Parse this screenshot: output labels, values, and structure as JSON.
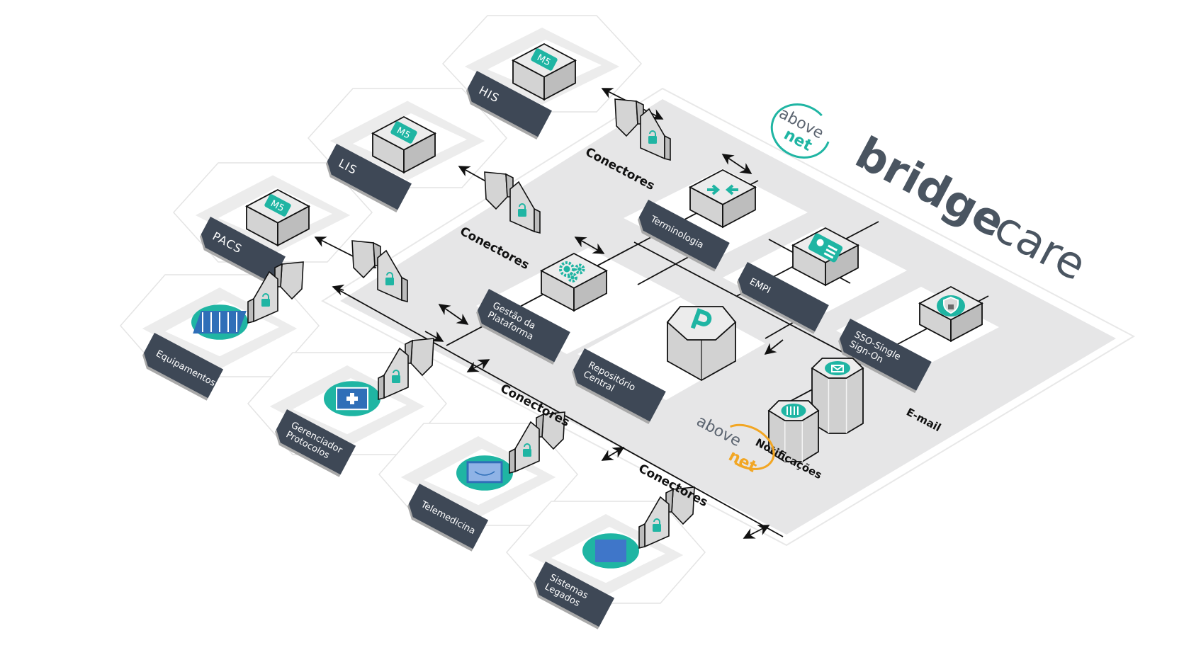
{
  "colors": {
    "teal": "#1fb5a3",
    "label_dark": "#3e4856",
    "platform": "#e6e6e7",
    "box_top": "#ececec",
    "box_left": "#d3d3d3",
    "box_right": "#bdbdbd",
    "brand_gray": "#4a5561",
    "abovenet_orange": "#f2a623",
    "icon_blue": "#2f6fb8"
  },
  "brand": {
    "name_bold": "bridge",
    "name_light": "care",
    "logo_top": {
      "above": "above",
      "net": "net",
      "accent": "teal"
    },
    "logo_bottom": {
      "above": "above",
      "net": "net",
      "accent": "orange"
    }
  },
  "external_systems": [
    {
      "id": "his",
      "label": "HIS",
      "icon": "m5-badge-icon",
      "badge": "M5"
    },
    {
      "id": "lis",
      "label": "LIS",
      "icon": "m5-badge-icon",
      "badge": "M5"
    },
    {
      "id": "pacs",
      "label": "PACS",
      "icon": "m5-badge-icon",
      "badge": "M5"
    },
    {
      "id": "equipamentos",
      "label": "Equipamentos",
      "icon": "circuit-board-icon"
    },
    {
      "id": "gerenciador",
      "label": [
        "Gerenciador",
        "Protocolos"
      ],
      "icon": "medical-chip-icon"
    },
    {
      "id": "telemedicina",
      "label": "Telemedicina",
      "icon": "monitor-icon"
    },
    {
      "id": "sistemas-legados",
      "label": [
        "Sistemas",
        "Legados"
      ],
      "icon": "legacy-square-icon"
    }
  ],
  "core_modules": [
    {
      "id": "terminologia",
      "label": "Terminologia",
      "icon": "merge-arrows-icon"
    },
    {
      "id": "empi",
      "label": "EMPI",
      "icon": "id-card-icon"
    },
    {
      "id": "gestao",
      "label": [
        "Gestão da",
        "Plataforma"
      ],
      "icon": "gears-icon"
    },
    {
      "id": "repositorio",
      "label": [
        "Repositório",
        "Central"
      ],
      "icon": "parking-p-icon"
    },
    {
      "id": "sso",
      "label": [
        "SSO-Single",
        "Sign-On"
      ],
      "icon": "shield-lock-icon"
    }
  ],
  "services": [
    {
      "id": "email",
      "label": "E-mail",
      "icon": "envelope-icon"
    },
    {
      "id": "notificacoes",
      "label": "Notificações",
      "icon": "notification-lines-icon"
    }
  ],
  "connector_labels": [
    "Conectores",
    "Conectores",
    "Conectores",
    "Conectores"
  ],
  "connector_gateways": [
    {
      "id": "gw-his",
      "icon": "lock-icon"
    },
    {
      "id": "gw-lis",
      "icon": "lock-icon"
    },
    {
      "id": "gw-pacs",
      "icon": "lock-icon"
    },
    {
      "id": "gw-equipamentos",
      "icon": "lock-icon"
    },
    {
      "id": "gw-gerenciador",
      "icon": "lock-icon"
    },
    {
      "id": "gw-telemedicina",
      "icon": "lock-icon"
    },
    {
      "id": "gw-legados",
      "icon": "lock-icon"
    }
  ]
}
